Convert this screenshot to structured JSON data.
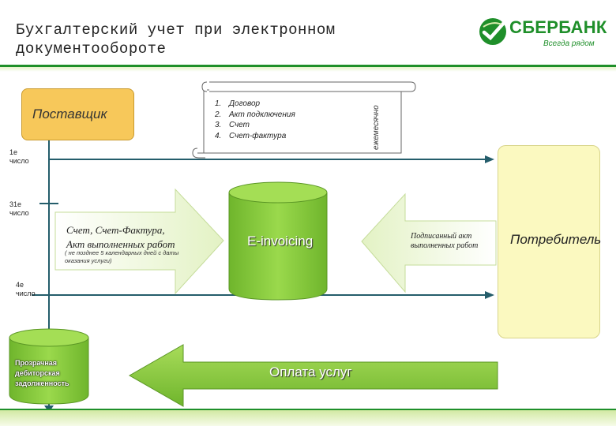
{
  "title": "Бухгалтерский учет при электронном документообороте",
  "logo": {
    "name": "СБЕРБАНК",
    "slogan": "Всегда рядом"
  },
  "supplier": "Поставщик",
  "consumer": "Потребитель",
  "scroll": {
    "items": [
      {
        "num": "1.",
        "text": "Договор"
      },
      {
        "num": "2.",
        "text": "Акт подключения"
      },
      {
        "num": "3.",
        "text": "Счет"
      },
      {
        "num": "4.",
        "text": "Счет-фактура"
      }
    ],
    "side_label": "ежемесячно"
  },
  "timeline": {
    "day1": [
      "1е",
      "число"
    ],
    "day31": [
      "31е",
      "число"
    ],
    "day4": [
      "4е",
      "число"
    ]
  },
  "invoice_arrow": {
    "title_line1": "Счет, Счет-Фактура,",
    "title_line2": "Акт выполненных работ",
    "note_line1": "( не позднее 5 календарных дней с даты",
    "note_line2": "оказания услуги)"
  },
  "einvoicing": "E-invoicing",
  "signed_act": "Подписанный акт выполненных работ",
  "debt": "Прозрачная дебиторская задолженность",
  "payment": "Оплата услуг",
  "colors": {
    "brand_green": "#1f8f2a",
    "arrow_green": "#8ccf3f",
    "arrow_pale": "#eef7d6",
    "supplier": "#f7c85a",
    "consumer": "#fbf9c0",
    "line": "#245d6b"
  }
}
